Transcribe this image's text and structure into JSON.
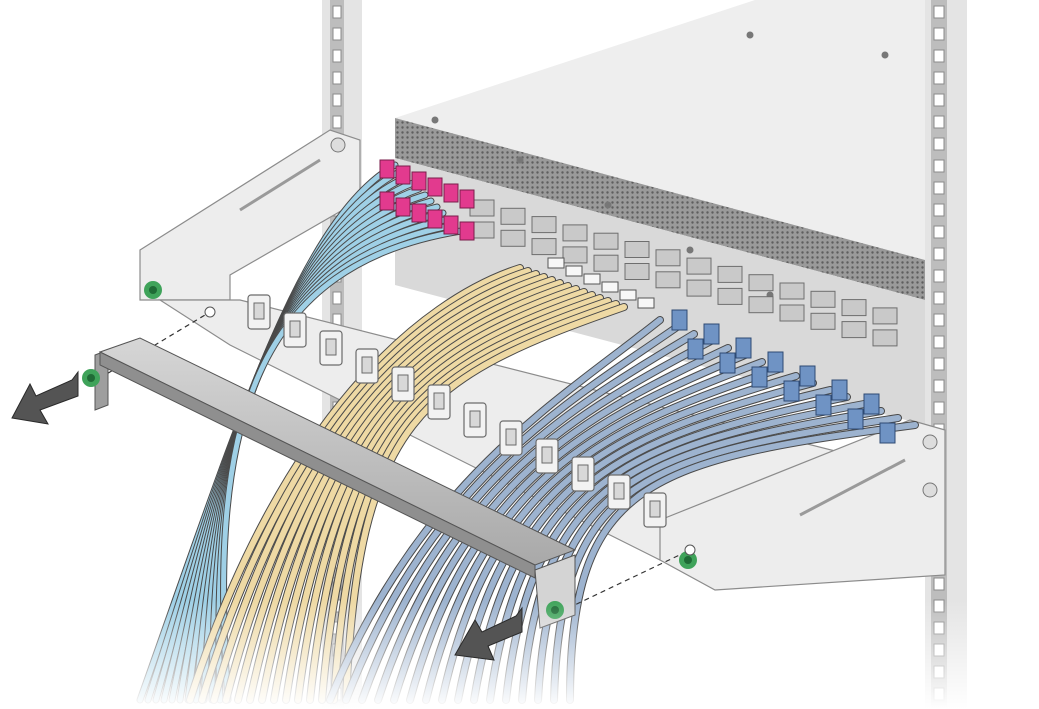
{
  "illustration": {
    "colors": {
      "background": "#ffffff",
      "rack": "#e4e4e4",
      "rack_dark": "#bdbdbd",
      "chassis_top": "#eeeeee",
      "chassis_side": "#d9d9d9",
      "vent": "#8a8a8a",
      "cable_light_blue": "#9fd0e6",
      "cable_yellow": "#eed9a4",
      "cable_slate_blue": "#9db3cf",
      "connector_pink": "#e23a8e",
      "connector_blue": "#6f93c4",
      "bracket": "#ededed",
      "cover": "#c2c2c2",
      "screw_green": "#3fa35a",
      "arrow": "#545454"
    },
    "components": [
      "rack-posts",
      "switch-chassis",
      "cable-management-bracket",
      "cable-clips",
      "fiber-cables",
      "copper-cables",
      "cable-cover",
      "captive-screws",
      "removal-arrows"
    ],
    "counts": {
      "pink_connectors": 12,
      "yellow_cables": 7,
      "slate_cables": 16,
      "blue_connectors": 14,
      "cable_clips": 12
    }
  }
}
